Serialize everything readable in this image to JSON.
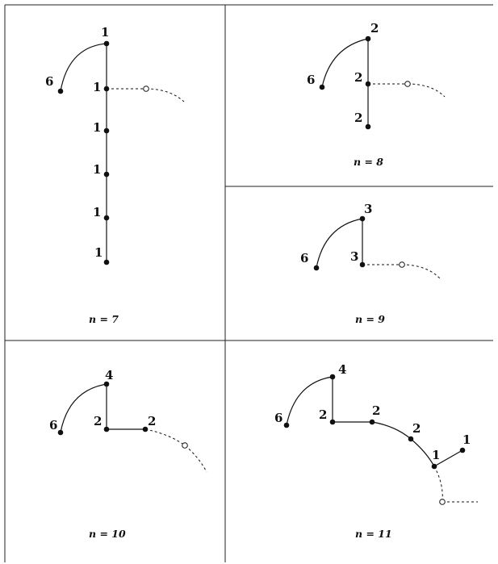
{
  "panels": [
    {
      "id": "n7",
      "caption": "n = 7",
      "labels": [
        "1",
        "6",
        "1",
        "1",
        "1",
        "1",
        "1"
      ]
    },
    {
      "id": "n8",
      "caption": "n = 8",
      "labels": [
        "2",
        "6",
        "2",
        "2"
      ]
    },
    {
      "id": "n9",
      "caption": "n = 9",
      "labels": [
        "3",
        "6",
        "3"
      ]
    },
    {
      "id": "n10",
      "caption": "n = 10",
      "labels": [
        "4",
        "6",
        "2",
        "2"
      ]
    },
    {
      "id": "n11",
      "caption": "n = 11",
      "labels": [
        "4",
        "6",
        "2",
        "2",
        "2",
        "1",
        "1"
      ]
    }
  ]
}
